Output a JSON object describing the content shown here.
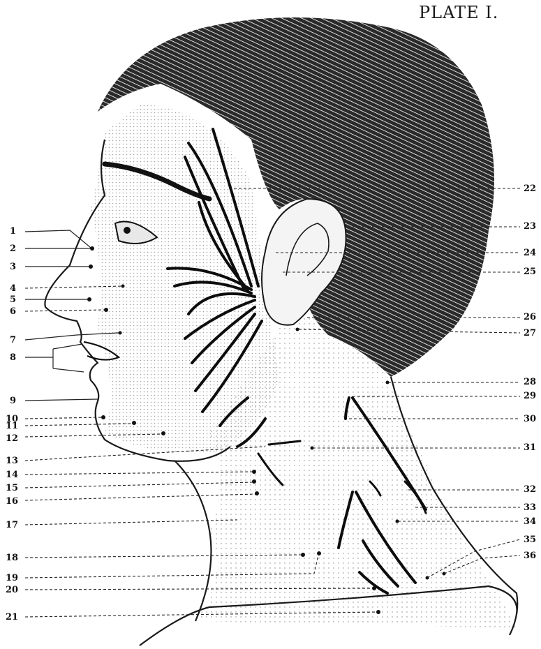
{
  "plate_title": "PLATE I.",
  "faint_header": "",
  "labels": {
    "n1": "1",
    "n2": "2",
    "n3": "3",
    "n4": "4",
    "n5": "5",
    "n6": "6",
    "n7": "7",
    "n8": "8",
    "n9": "9",
    "n10": "10",
    "n11": "11",
    "n12": "12",
    "n13": "13",
    "n14": "14",
    "n15": "15",
    "n16": "16",
    "n17": "17",
    "n18": "18",
    "n19": "19",
    "n20": "20",
    "n21": "21",
    "n22": "22",
    "n23": "23",
    "n24": "24",
    "n25": "25",
    "n26": "26",
    "n27": "27",
    "n28": "28",
    "n29": "29",
    "n30": "30",
    "n31": "31",
    "n32": "32",
    "n33": "33",
    "n34": "34",
    "n35": "35",
    "n36": "36"
  }
}
